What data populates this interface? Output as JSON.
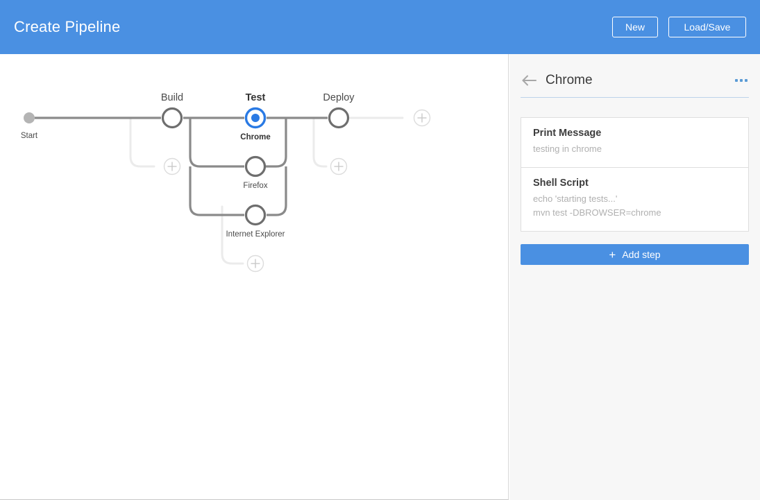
{
  "header": {
    "title": "Create Pipeline",
    "brand_color": "#4a90e2",
    "buttons": [
      {
        "name": "new",
        "label": "New"
      },
      {
        "name": "load-save",
        "label": "Load/Save"
      }
    ]
  },
  "canvas": {
    "start_label": "Start",
    "stages": [
      {
        "label": "Build",
        "selected": false
      },
      {
        "label": "Test",
        "selected": true
      },
      {
        "label": "Deploy",
        "selected": false
      }
    ],
    "nodes": [
      {
        "label": "Chrome",
        "stage": "Test",
        "selected": true
      },
      {
        "label": "Firefox",
        "stage": "Test",
        "selected": false
      },
      {
        "label": "Internet Explorer",
        "stage": "Test",
        "selected": false
      }
    ],
    "add_buttons": [
      {
        "name": "add-stage-after-build",
        "label": "+"
      },
      {
        "name": "add-parallel-test",
        "label": "+"
      },
      {
        "name": "add-stage-after-deploy",
        "label": "+"
      },
      {
        "name": "add-stage-end",
        "label": "+"
      }
    ],
    "colors": {
      "line": "#8a8a8a",
      "line_faded": "#eaeaea",
      "node_stroke": "#6e6e6e",
      "selected": "#2a7ae4",
      "start_dot": "#b4b4b4"
    }
  },
  "panel": {
    "back_label": "back",
    "title": "Chrome",
    "more_label": "more options",
    "steps": [
      {
        "title": "Print Message",
        "detail": "testing in chrome"
      },
      {
        "title": "Shell Script",
        "detail": "echo 'starting tests...'\nmvn test -DBROWSER=chrome"
      }
    ],
    "add_step_label": "Add step",
    "add_step_plus": "+"
  }
}
